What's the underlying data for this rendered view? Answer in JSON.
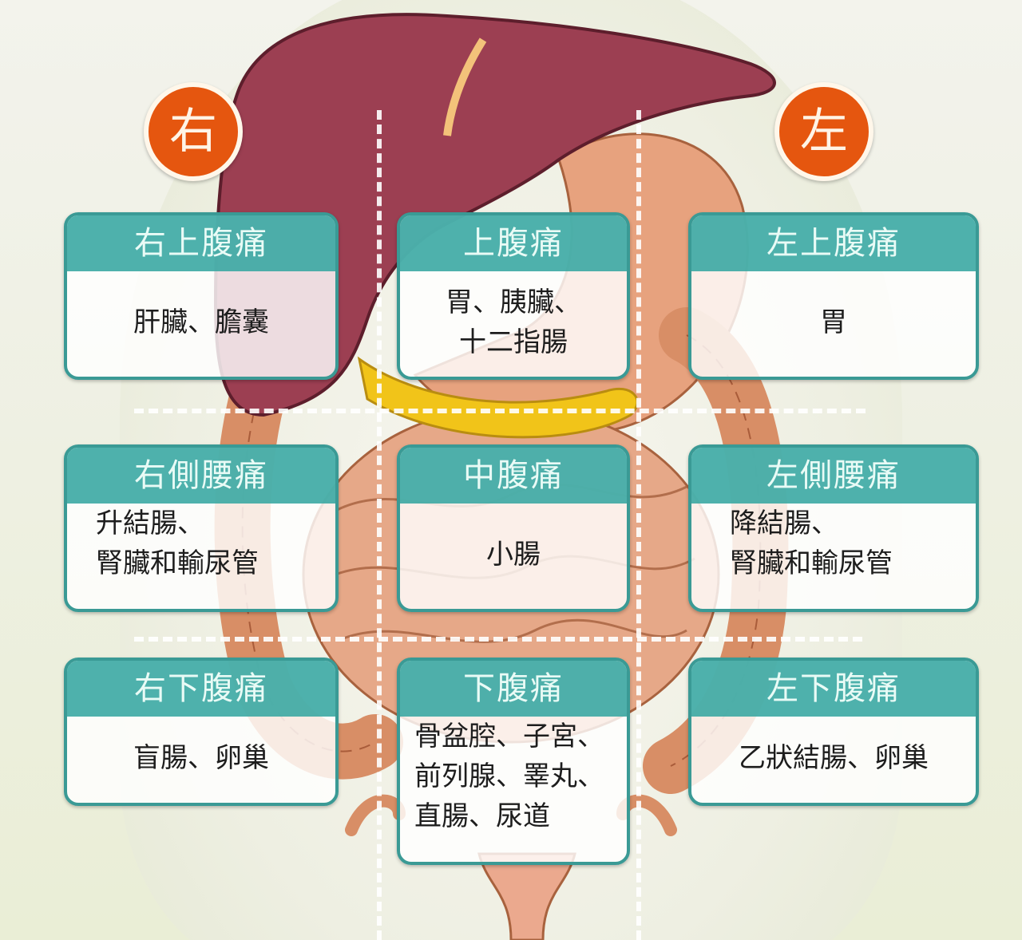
{
  "diagram": {
    "title": "Abdominal pain regions",
    "side_labels": {
      "right": "右",
      "left": "左"
    },
    "colors": {
      "header": "#35a6a0",
      "border": "#3a9a95",
      "badge": "#e5560f",
      "liver": "#9c3f52",
      "gallbladder": "#3fa02e",
      "pancreas": "#f1c419"
    },
    "regions": [
      {
        "id": "ruq",
        "title": "右上腹痛",
        "organs": [
          "肝臟、膽囊"
        ]
      },
      {
        "id": "epigastric",
        "title": "上腹痛",
        "organs": [
          "胃、胰臟、",
          "十二指腸"
        ]
      },
      {
        "id": "luq",
        "title": "左上腹痛",
        "organs": [
          "胃"
        ]
      },
      {
        "id": "right-flank",
        "title": "右側腰痛",
        "organs": [
          "升結腸、",
          "腎臟和輸尿管"
        ]
      },
      {
        "id": "umbilical",
        "title": "中腹痛",
        "organs": [
          "小腸"
        ]
      },
      {
        "id": "left-flank",
        "title": "左側腰痛",
        "organs": [
          "降結腸、",
          "腎臟和輸尿管"
        ]
      },
      {
        "id": "rlq",
        "title": "右下腹痛",
        "organs": [
          "盲腸、卵巢"
        ]
      },
      {
        "id": "hypogastric",
        "title": "下腹痛",
        "organs": [
          "骨盆腔、子宮、",
          "前列腺、睪丸、",
          "直腸、尿道"
        ]
      },
      {
        "id": "llq",
        "title": "左下腹痛",
        "organs": [
          "乙狀結腸、卵巢"
        ]
      }
    ]
  }
}
